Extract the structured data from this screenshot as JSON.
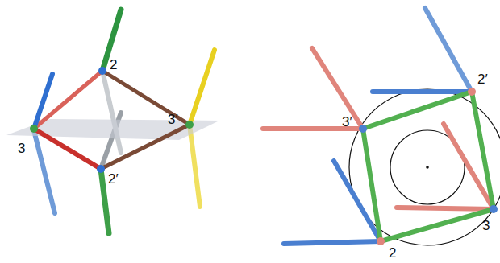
{
  "diagram": {
    "labels": [
      "2",
      "3′",
      "3",
      "2′",
      "3′",
      "2′",
      "3",
      "2"
    ]
  }
}
